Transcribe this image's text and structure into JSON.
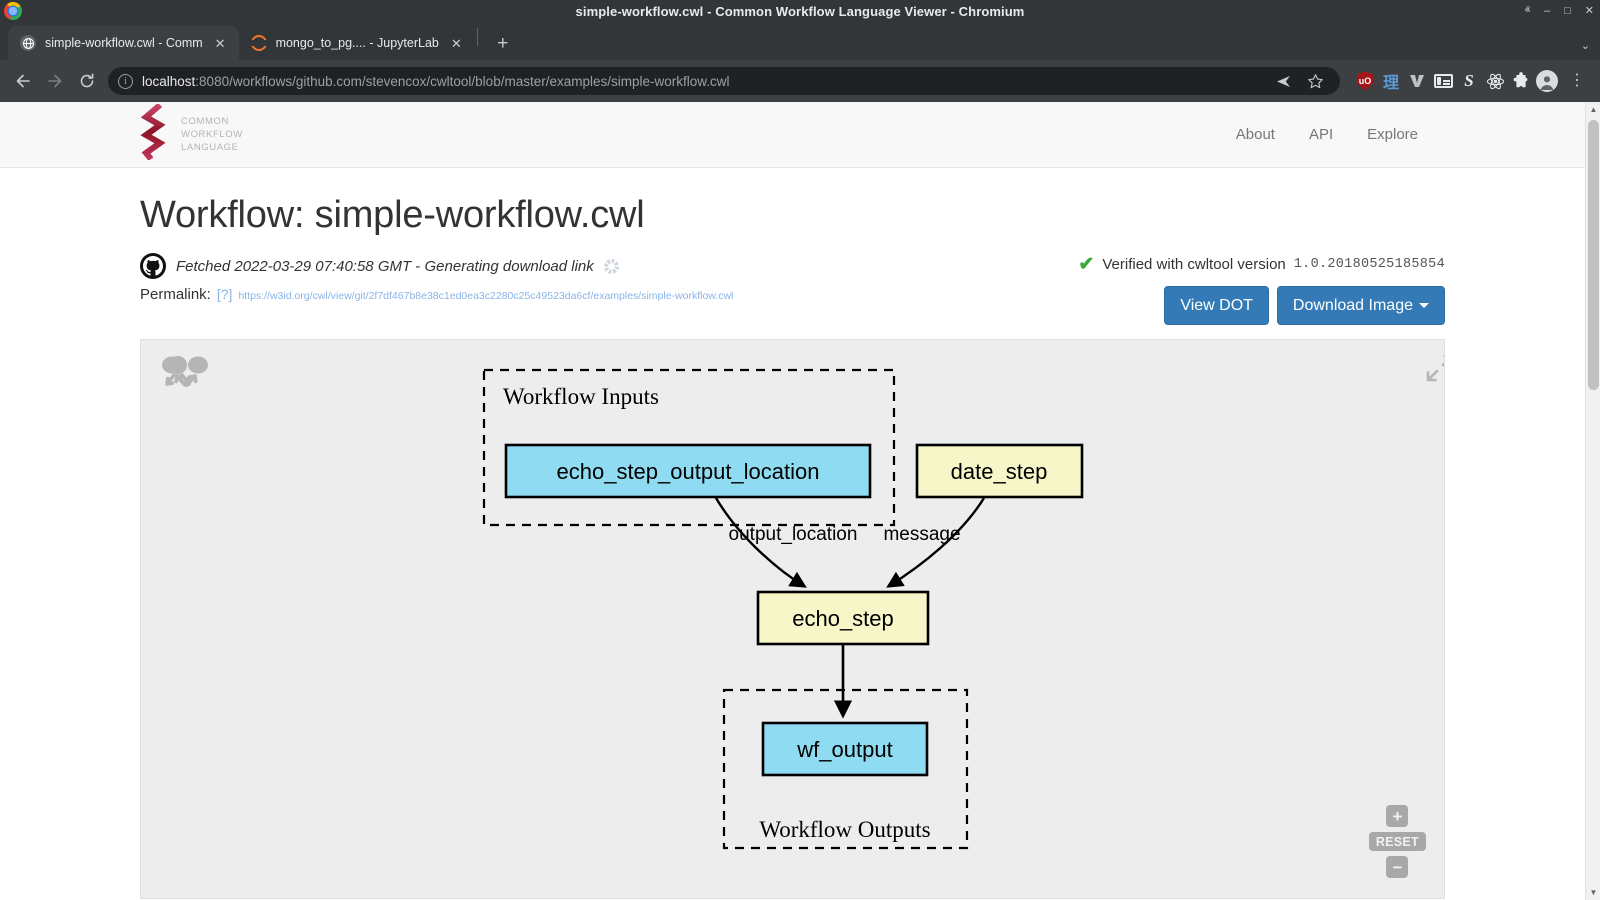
{
  "window": {
    "title": "simple-workflow.cwl - Common Workflow Language Viewer - Chromium",
    "minimize": "–",
    "maximize": "□",
    "close": "✕",
    "restore_chevron": "ⱏ"
  },
  "tabs": [
    {
      "title": "simple-workflow.cwl - Comm",
      "close": "✕",
      "icon": "cwl-favicon",
      "active": true
    },
    {
      "title": "mongo_to_pg.... - JupyterLab",
      "close": "✕",
      "icon": "jupyterlab-favicon",
      "active": false
    }
  ],
  "newtab_label": "+",
  "tabstrip_menu": "⌄",
  "toolbar": {
    "back": "←",
    "forward": "→",
    "reload": "↻",
    "url_host": "localhost",
    "url_rest": ":8080/workflows/github.com/stevencox/cwltool/blob/master/examples/simple-workflow.cwl",
    "share_icon": "➤",
    "bookmark_icon": "☆",
    "extensions": [
      "ublock-origin",
      "kanji-reader",
      "vimium",
      "news-card",
      "s-extension",
      "react-devtools",
      "puzzle-extensions"
    ],
    "ublock_label": "uO",
    "kanji_label": "理",
    "s_label": "S",
    "menu_dots": "⋮"
  },
  "navbar": {
    "brand_line1": "COMMON",
    "brand_line2": "WORKFLOW",
    "brand_line3": "LANGUAGE",
    "links": [
      {
        "label": "About"
      },
      {
        "label": "API"
      },
      {
        "label": "Explore"
      }
    ]
  },
  "page": {
    "title": "Workflow: simple-workflow.cwl",
    "fetched_text": "Fetched 2022-03-29 07:40:58 GMT",
    "fetched_separator": " - ",
    "fetched_status": "Generating download link",
    "permalink_label": "Permalink:",
    "permalink_help": "[?]",
    "permalink_url": "https://w3id.org/cwl/view/git/2f7df467b8e38c1ed0ea3c2280c25c49523da6cf/examples/simple-workflow.cwl",
    "verified_text": "Verified with cwltool version",
    "verified_version": "1.0.20180525185854",
    "verified_check": "✔",
    "buttons": {
      "view_dot": "View DOT",
      "download_image": "Download Image"
    }
  },
  "graph": {
    "expand_title": "fullscreen",
    "zoom_in": "+",
    "zoom_reset": "RESET",
    "zoom_out": "−",
    "clusters": [
      {
        "id": "inputs",
        "label": "Workflow Inputs",
        "label_pos": "top"
      },
      {
        "id": "outputs",
        "label": "Workflow Outputs",
        "label_pos": "bottom"
      }
    ],
    "nodes": [
      {
        "id": "echo_step_output_location",
        "label": "echo_step_output_location",
        "kind": "input",
        "color": "#8edbf2"
      },
      {
        "id": "date_step",
        "label": "date_step",
        "kind": "step",
        "color": "#f6f6c8"
      },
      {
        "id": "echo_step",
        "label": "echo_step",
        "kind": "step",
        "color": "#f6f6c8"
      },
      {
        "id": "wf_output",
        "label": "wf_output",
        "kind": "output",
        "color": "#8edbf2"
      }
    ],
    "edges": [
      {
        "from": "echo_step_output_location",
        "to": "echo_step",
        "label": "output_location"
      },
      {
        "from": "date_step",
        "to": "echo_step",
        "label": "message"
      },
      {
        "from": "echo_step",
        "to": "wf_output",
        "label": ""
      }
    ]
  },
  "colors": {
    "primary_button": "#337ab7",
    "input_node": "#8edbf2",
    "step_node": "#f6f6c8",
    "verified_check": "#3aaa35",
    "graph_background": "#ededed",
    "brand_red": "#b02a4a"
  }
}
